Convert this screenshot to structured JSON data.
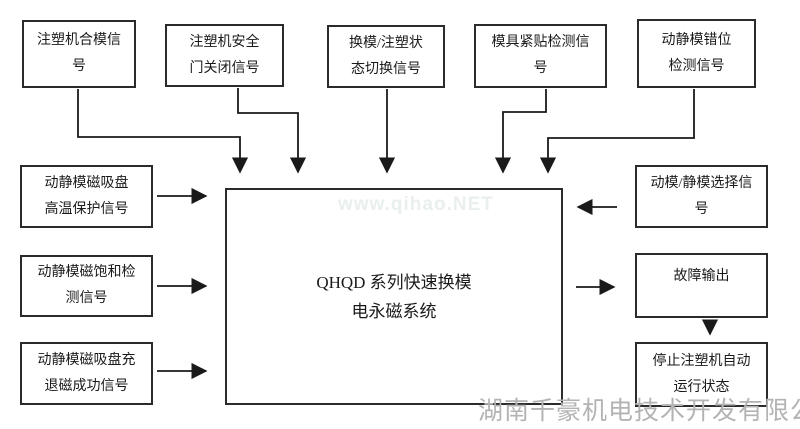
{
  "diagram": {
    "center": {
      "label": "QHQD 系列快速换模\n电永磁系统"
    },
    "top": [
      {
        "label": "注塑机合模信\n号"
      },
      {
        "label": "注塑机安全\n门关闭信号"
      },
      {
        "label": "换模/注塑状\n态切换信号"
      },
      {
        "label": "模具紧贴检测信\n号"
      },
      {
        "label": "动静模错位\n检测信号"
      }
    ],
    "left": [
      {
        "label": "动静模磁吸盘\n高温保护信号"
      },
      {
        "label": "动静模磁饱和检\n测信号"
      },
      {
        "label": "动静模磁吸盘充\n退磁成功信号"
      }
    ],
    "right": [
      {
        "label": "动模/静模选择信\n号"
      },
      {
        "label": "故障输出"
      },
      {
        "label": "停止注塑机自动\n运行状态"
      }
    ],
    "watermarks": {
      "site": "www.qihao.NET",
      "company": "湖南千豪机电技术开发有限公司"
    },
    "colors": {
      "line": "#1a1a1a",
      "border": "#2b2b2b",
      "company_watermark": "#b3b3b3"
    }
  }
}
